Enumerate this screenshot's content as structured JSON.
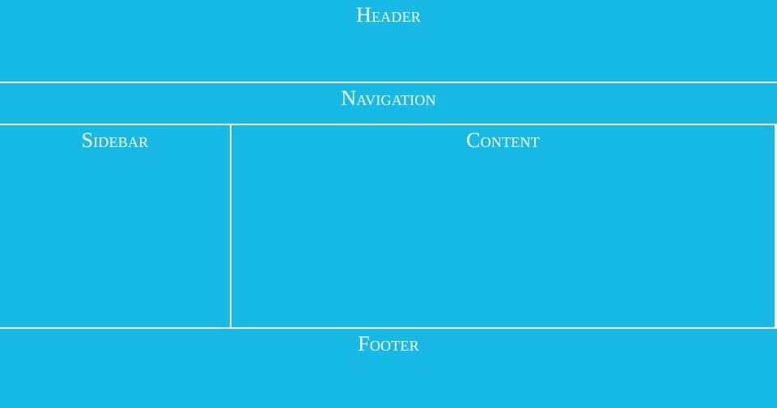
{
  "colors": {
    "region_fill": "#17BAE5",
    "divider": "#FFFFFF",
    "text": "#FFFFFF"
  },
  "header": {
    "label": "Header"
  },
  "navigation": {
    "label": "Navigation"
  },
  "sidebar": {
    "label": "Sidebar"
  },
  "content": {
    "label": "Content"
  },
  "footer": {
    "label": "Footer"
  }
}
